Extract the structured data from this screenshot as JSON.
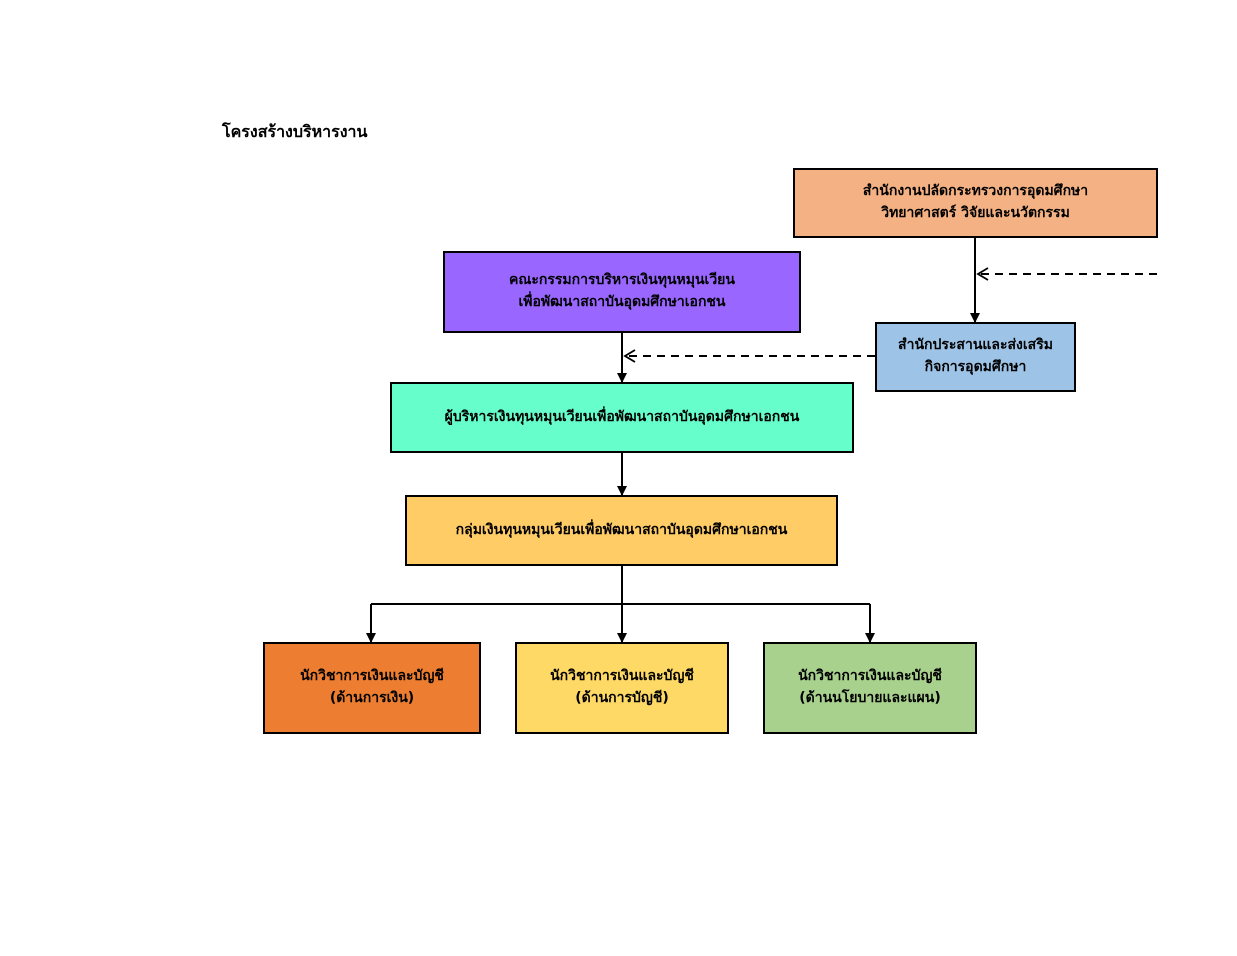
{
  "page": {
    "title": "โครงสร้างบริหารงาน"
  },
  "nodes": {
    "office_permanent_secretary": {
      "line1": "สำนักงานปลัดกระทรวงการอุดมศึกษา",
      "line2": "วิทยาศาสตร์ วิจัยและนวัตกรรม",
      "color": "#F4B183"
    },
    "committee": {
      "line1": "คณะกรรมการบริหารเงินทุนหมุนเวียน",
      "line2": "เพื่อพัฒนาสถาบันอุดมศึกษาเอกชน",
      "color": "#9966FF"
    },
    "coordination_bureau": {
      "line1": "สำนักประสานและส่งเสริม",
      "line2": "กิจการอุดมศึกษา",
      "color": "#9DC3E6"
    },
    "fund_manager": {
      "line1": "ผู้บริหารเงินทุนหมุนเวียนเพื่อพัฒนาสถาบันอุดมศึกษาเอกชน",
      "color": "#66FFCC"
    },
    "fund_group": {
      "line1": "กลุ่มเงินทุนหมุนเวียนเพื่อพัฒนาสถาบันอุดมศึกษาเอกชน",
      "color": "#FFCC66"
    },
    "officer_finance": {
      "line1": "นักวิชาการเงินและบัญชี",
      "line2": "(ด้านการเงิน)",
      "color": "#ED7D31"
    },
    "officer_accounting": {
      "line1": "นักวิชาการเงินและบัญชี",
      "line2": "(ด้านการบัญชี)",
      "color": "#FFD966"
    },
    "officer_policy": {
      "line1": "นักวิชาการเงินและบัญชี",
      "line2": "(ด้านนโยบายและแผน)",
      "color": "#A9D18E"
    }
  }
}
